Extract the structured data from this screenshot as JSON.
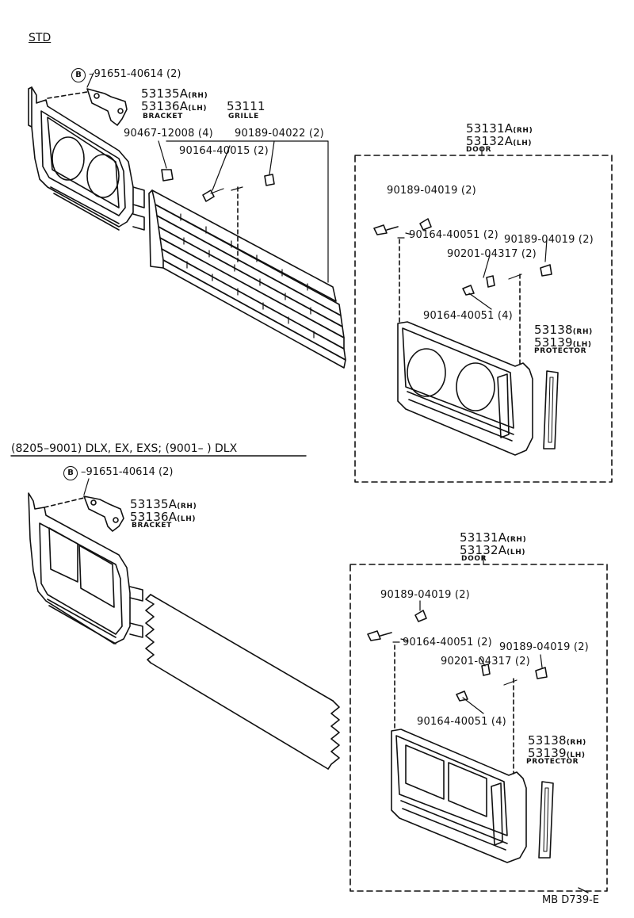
{
  "std": {
    "section_title": "STD",
    "b_marker": "B",
    "bolt": "91651-40614 (2)",
    "bracket_rh": "53135A",
    "bracket_rh_suffix": "(RH)",
    "bracket_lh": "53136A",
    "bracket_lh_suffix": "(LH)",
    "bracket_name": "BRACKET",
    "grille_no": "53111",
    "grille_name": "GRILLE",
    "nut": "90467-12008 (4)",
    "clip": "90189-04022 (2)",
    "screw": "90164-40015 (2)",
    "door": {
      "rh": "53131A",
      "rh_suffix": "(RH)",
      "lh": "53132A",
      "lh_suffix": "(LH)",
      "name": "DOOR",
      "clip1": "90189-04019 (2)",
      "screw1": "90164-40051 (2)",
      "clip2": "90189-04019 (2)",
      "washer": "90201-04317 (2)",
      "screw2": "90164-40051 (4)",
      "prot_rh": "53138",
      "prot_rh_suffix": "(RH)",
      "prot_lh": "53139",
      "prot_lh_suffix": "(LH)",
      "prot_name": "PROTECTOR"
    }
  },
  "dlx": {
    "section_title": "(8205–9001) DLX, EX, EXS; (9001–          ) DLX",
    "b_marker": "B",
    "bolt": "91651-40614 (2)",
    "bracket_rh": "53135A",
    "bracket_rh_suffix": "(RH)",
    "bracket_lh": "53136A",
    "bracket_lh_suffix": "(LH)",
    "bracket_name": "BRACKET",
    "door": {
      "rh": "53131A",
      "rh_suffix": "(RH)",
      "lh": "53132A",
      "lh_suffix": "(LH)",
      "name": "DOOR",
      "clip1": "90189-04019 (2)",
      "screw1": "90164-40051 (2)",
      "clip2": "90189-04019 (2)",
      "washer": "90201-04317 (2)",
      "screw2": "90164-40051 (4)",
      "prot_rh": "53138",
      "prot_rh_suffix": "(RH)",
      "prot_lh": "53139",
      "prot_lh_suffix": "(LH)",
      "prot_name": "PROTECTOR"
    }
  },
  "figure_ref": "MB D739-E"
}
